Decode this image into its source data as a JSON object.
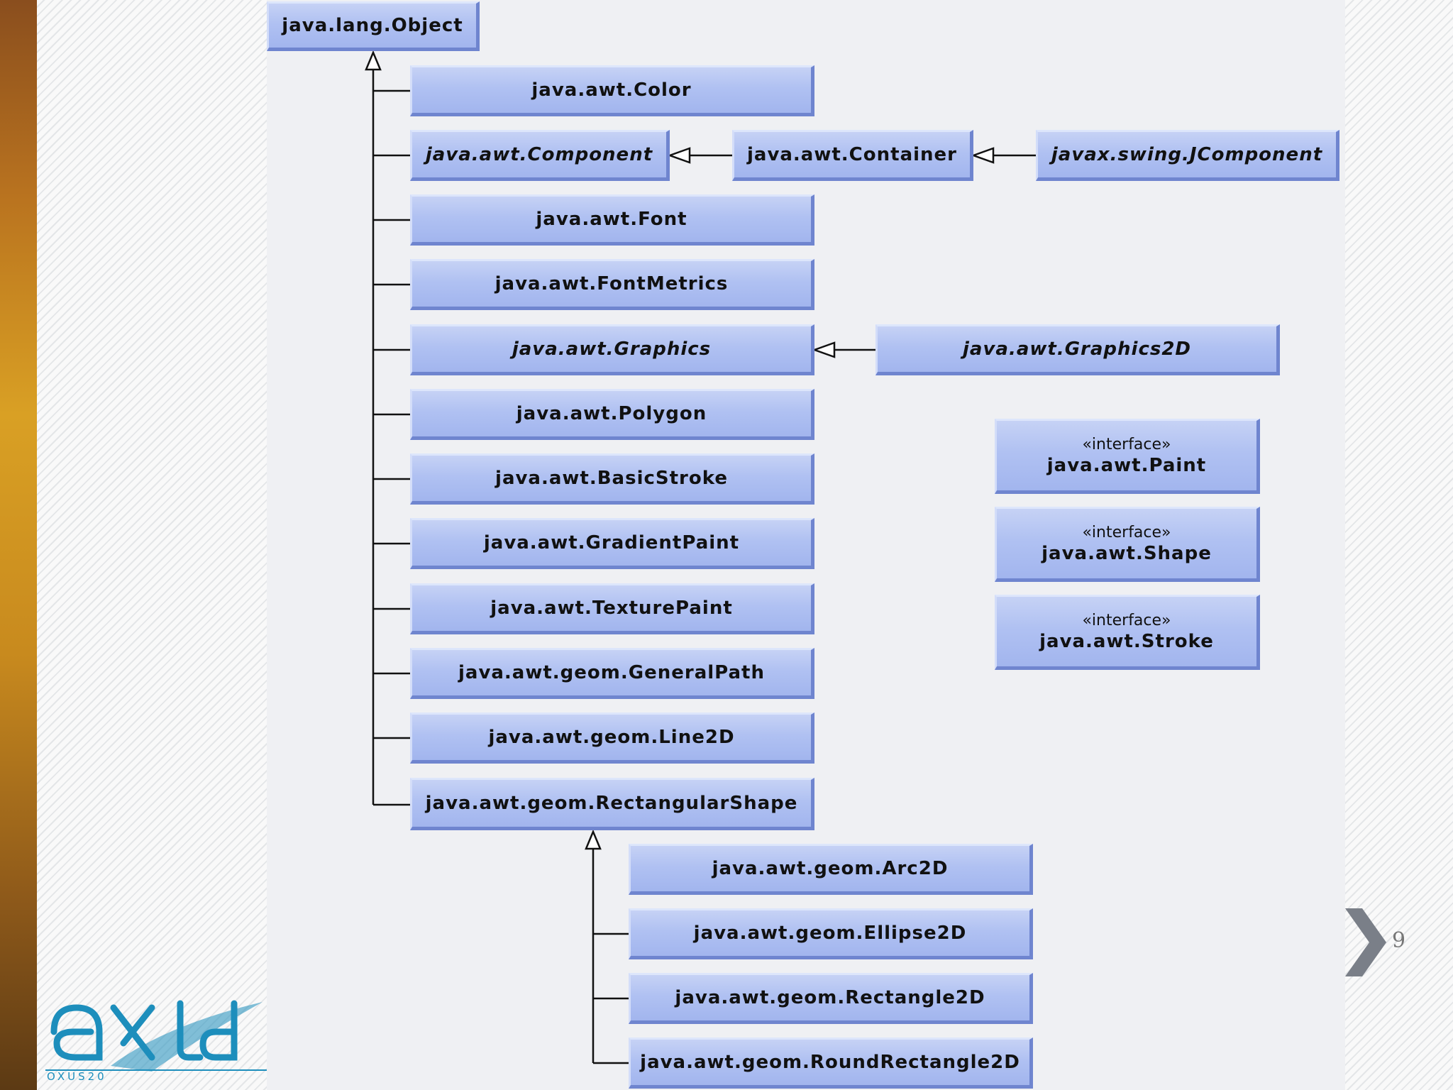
{
  "diagram": {
    "root": {
      "label": "java.lang.Object"
    },
    "classes": [
      {
        "id": "color",
        "label": "java.awt.Color",
        "italic": false
      },
      {
        "id": "component",
        "label": "java.awt.Component",
        "italic": true
      },
      {
        "id": "container",
        "label": "java.awt.Container",
        "italic": false
      },
      {
        "id": "jcomponent",
        "label": "javax.swing.JComponent",
        "italic": true
      },
      {
        "id": "font",
        "label": "java.awt.Font",
        "italic": false
      },
      {
        "id": "fontmetrics",
        "label": "java.awt.FontMetrics",
        "italic": false
      },
      {
        "id": "graphics",
        "label": "java.awt.Graphics",
        "italic": true
      },
      {
        "id": "graphics2d",
        "label": "java.awt.Graphics2D",
        "italic": true
      },
      {
        "id": "polygon",
        "label": "java.awt.Polygon",
        "italic": false
      },
      {
        "id": "basicstroke",
        "label": "java.awt.BasicStroke",
        "italic": false
      },
      {
        "id": "gradientpaint",
        "label": "java.awt.GradientPaint",
        "italic": false
      },
      {
        "id": "texturepaint",
        "label": "java.awt.TexturePaint",
        "italic": false
      },
      {
        "id": "generalpath",
        "label": "java.awt.geom.GeneralPath",
        "italic": false
      },
      {
        "id": "line2d",
        "label": "java.awt.geom.Line2D",
        "italic": false
      },
      {
        "id": "rectangularshape",
        "label": "java.awt.geom.RectangularShape",
        "italic": false
      },
      {
        "id": "arc2d",
        "label": "java.awt.geom.Arc2D",
        "italic": false
      },
      {
        "id": "ellipse2d",
        "label": "java.awt.geom.Ellipse2D",
        "italic": false
      },
      {
        "id": "rectangle2d",
        "label": "java.awt.geom.Rectangle2D",
        "italic": false
      },
      {
        "id": "roundrectangle2d",
        "label": "java.awt.geom.RoundRectangle2D",
        "italic": false
      }
    ],
    "interfaces": [
      {
        "id": "paint",
        "stereotype": "«interface»",
        "label": "java.awt.Paint"
      },
      {
        "id": "shape",
        "stereotype": "«interface»",
        "label": "java.awt.Shape"
      },
      {
        "id": "stroke",
        "stereotype": "«interface»",
        "label": "java.awt.Stroke"
      }
    ]
  },
  "slide": {
    "page_number": "9",
    "logo_text": "OXUS20"
  },
  "colors": {
    "box_fill": "#b0c1f2",
    "box_shadow": "#6f85cf",
    "panel": "#eff0f3",
    "logo": "#1d8ebc"
  },
  "icons": {
    "next": "chevron-right-icon",
    "logo": "oxus20-logo"
  }
}
